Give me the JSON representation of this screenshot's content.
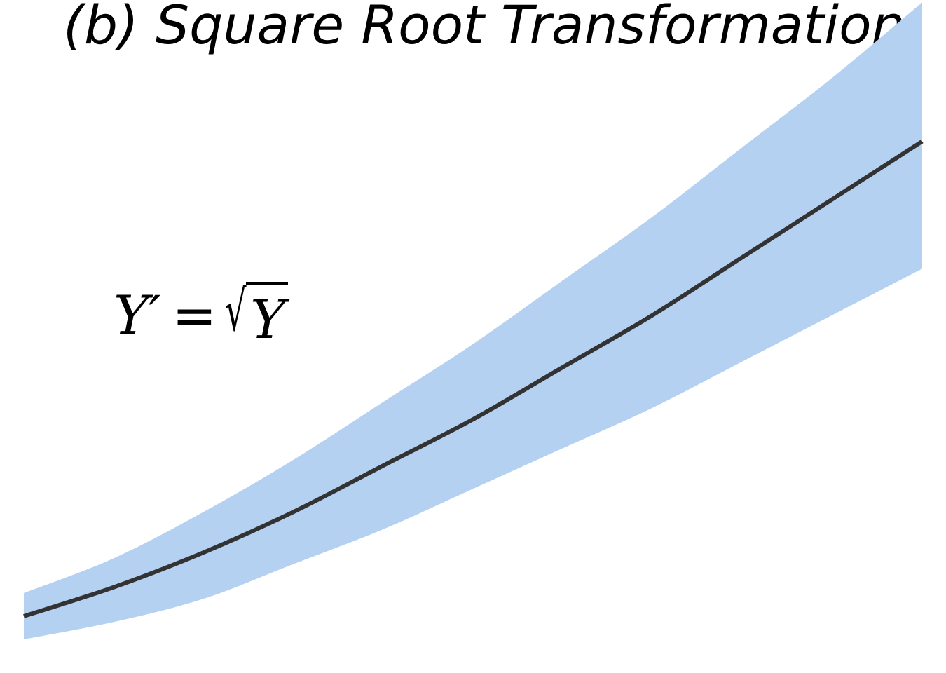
{
  "chart_data": {
    "type": "area",
    "title": "(b) Square Root Transformation",
    "xlabel": "",
    "ylabel": "",
    "axes_visible": false,
    "grid": false,
    "xlim": [
      0,
      1
    ],
    "ylim": [
      0,
      1
    ],
    "x": [
      0,
      0.1,
      0.2,
      0.3,
      0.4,
      0.5,
      0.6,
      0.7,
      0.8,
      0.9,
      1.0
    ],
    "series": [
      {
        "role": "mean",
        "values": [
          0.04,
          0.09,
          0.15,
          0.22,
          0.3,
          0.38,
          0.47,
          0.56,
          0.66,
          0.76,
          0.86
        ]
      },
      {
        "role": "band",
        "lower": [
          0.0,
          0.03,
          0.07,
          0.13,
          0.19,
          0.26,
          0.33,
          0.4,
          0.48,
          0.56,
          0.64
        ],
        "upper": [
          0.08,
          0.14,
          0.22,
          0.31,
          0.41,
          0.51,
          0.62,
          0.73,
          0.85,
          0.97,
          1.1
        ]
      }
    ],
    "colors": {
      "band": "#b5d1f2",
      "line": "#333333"
    },
    "annotations": [
      {
        "lhs": "Y′",
        "equals": "=",
        "radical": "√",
        "radicand": "Y"
      }
    ]
  }
}
